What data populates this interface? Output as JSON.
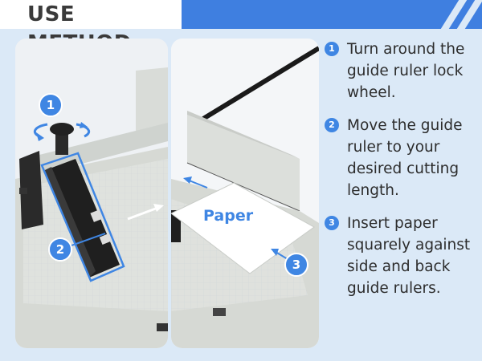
{
  "header": {
    "title": "USE METHOD"
  },
  "markers": {
    "m1": "1",
    "m2": "2",
    "m3": "3"
  },
  "paper": {
    "label": "Paper"
  },
  "steps": [
    {
      "number": "1",
      "text": "Turn around the guide ruler lock wheel."
    },
    {
      "number": "2",
      "text": "Move the guide ruler to your desired cutting length."
    },
    {
      "number": "3",
      "text": "Insert paper squarely against side and back guide rulers."
    }
  ],
  "colors": {
    "accent": "#3f7fe0",
    "background": "#dbe9f7",
    "text": "#2d2d2d"
  },
  "icons": {
    "lock-wheel": "rotate-arrows-icon"
  }
}
